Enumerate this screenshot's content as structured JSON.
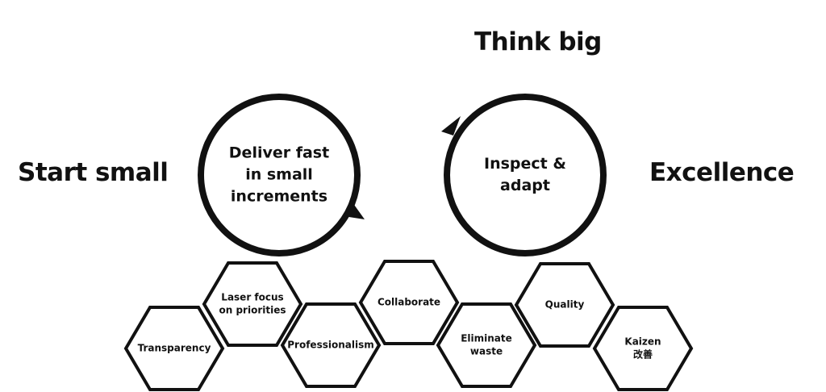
{
  "labels": {
    "start_small": "Start small",
    "think_big": "Think big",
    "excellence": "Excellence"
  },
  "circles": [
    {
      "lines": [
        "Deliver fast",
        "in small",
        "increments"
      ]
    },
    {
      "lines": [
        "Inspect &",
        "adapt"
      ]
    }
  ],
  "hexagons": [
    {
      "lines": [
        "Transparency"
      ]
    },
    {
      "lines": [
        "Laser focus",
        "on priorities"
      ]
    },
    {
      "lines": [
        "Professionalism"
      ]
    },
    {
      "lines": [
        "Collaborate"
      ]
    },
    {
      "lines": [
        "Eliminate",
        "waste"
      ]
    },
    {
      "lines": [
        "Quality"
      ]
    },
    {
      "lines": [
        "Kaizen",
        "改善"
      ]
    }
  ],
  "colors": {
    "ink": "#111111",
    "background": "#ffffff"
  }
}
